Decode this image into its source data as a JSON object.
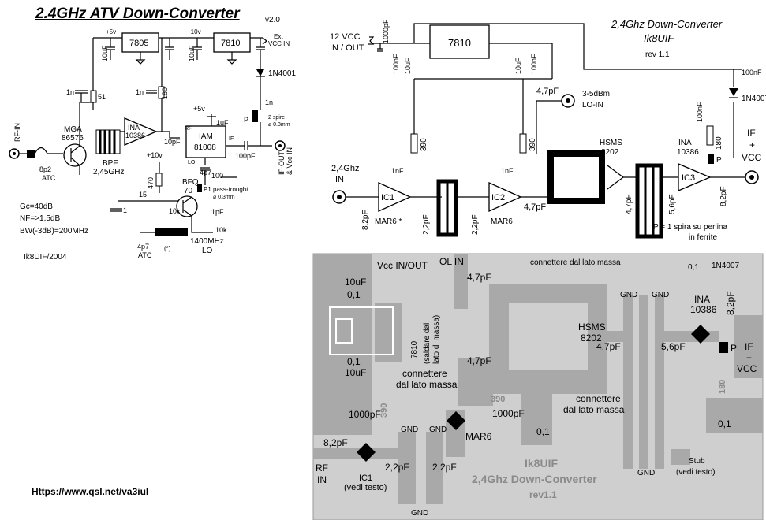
{
  "left": {
    "title": "2.4GHz ATV Down-Converter",
    "version": "v2.0",
    "reg1": "7805",
    "reg2": "7810",
    "v5": "+5v",
    "v10": "+10v",
    "ext": "Ext",
    "vccin": "VCC IN",
    "c10u": "10uF",
    "d1": "1N4001",
    "rfin": "RF-IN",
    "mga": "MGA",
    "mga_num": "86576",
    "ina": "INA",
    "ina_num": "10386",
    "bpf": "BPF",
    "bpf_freq": "2,45GHz",
    "r51": "51",
    "r180": "180",
    "r470": "470",
    "r15": "15",
    "r100": "100",
    "r10k": "10k",
    "c1n": "1n",
    "c1": "1",
    "c10p": "10pF",
    "c100p": "100pF",
    "c4p7": "4p7",
    "c1p": "1pF",
    "c1u": "1uF",
    "c8p2": "8p2",
    "atc": "ATC",
    "iam": "IAM",
    "iam_num": "81008",
    "rf": "RF",
    "lo": "LO",
    "if": "IF",
    "spire": "2 spire",
    "wire": "⌀ 0.3mm",
    "p2": "P",
    "bfq": "BFQ",
    "bfq_num": "70",
    "p1": "P1 pass-trought",
    "p1wire": "⌀ 0.3mm",
    "ifout": "IF-OUT",
    "vccin2": "& Vcc IN",
    "gc": "Gc=40dB",
    "nf": "NF=>1,5dB",
    "bw": "BW(-3dB)=200MHz",
    "author": "Ik8UIF/2004",
    "lo_freq": "1400MHz",
    "c4p7atc": "4p7",
    "star": "(*)",
    "url": "Https://www.qsl.net/va3iul"
  },
  "right": {
    "title1": "2,4Ghz Down-Converter",
    "title2": "Ik8UIF",
    "rev": "rev 1.1",
    "vcc": "12 VCC",
    "inout": "IN / OUT",
    "c1000p": "1000pF",
    "c100n": "100nF",
    "c10u": "10uF",
    "reg": "7810",
    "c4p7": "4,7pF",
    "lodbm": "3-5dBm",
    "loin": "LO-IN",
    "d1": "1N4007",
    "hsms": "HSMS",
    "hsms_num": "8202",
    "ina": "INA",
    "ina_num": "10386",
    "ifvcc": "IF",
    "plus": "+",
    "vcc2": "VCC",
    "r390": "390",
    "r180": "180",
    "c1n": "1nF",
    "in24": "2,4Ghz",
    "in": "IN",
    "ic1": "IC1",
    "ic2": "IC2",
    "ic3": "IC3",
    "mar6s": "MAR6 *",
    "mar6": "MAR6",
    "c8p2": "8,2pF",
    "c2p2": "2,2pF",
    "c5p6": "5,6pF",
    "p_note": "P = 1 spira su perlina",
    "p_note2": "in ferrite",
    "p": "P"
  },
  "pcb": {
    "vccinout": "Vcc IN/OUT",
    "olin": "OL IN",
    "conn": "connettere dal lato massa",
    "c01": "0,1",
    "d": "1N4007",
    "c10uf": "10uF",
    "reg": "7810",
    "regnote1": "(saldare dal",
    "regnote2": "lato di massa)",
    "c4p7": "4,7pF",
    "hsms": "HSMS",
    "hsms_num": "8202",
    "gnd": "GND",
    "ina": "INA",
    "ina_num": "10386",
    "c8p2": "8,2pF",
    "c5p6": "5,6pF",
    "p": "P",
    "ifvcc": "IF",
    "plus": "+",
    "vcc": "VCC",
    "conn1": "connettere",
    "conn2": "dal lato massa",
    "r390": "390",
    "r180": "180",
    "c1000p": "1000pF",
    "mar6": "MAR6",
    "rf": "RF",
    "in": "IN",
    "ic1": "IC1",
    "vedi": "(vedi testo)",
    "c2p2": "2,2pF",
    "stub": "Stub",
    "brand1": "Ik8UIF",
    "brand2": "2,4Ghz Down-Converter",
    "brand3": "rev1.1"
  }
}
